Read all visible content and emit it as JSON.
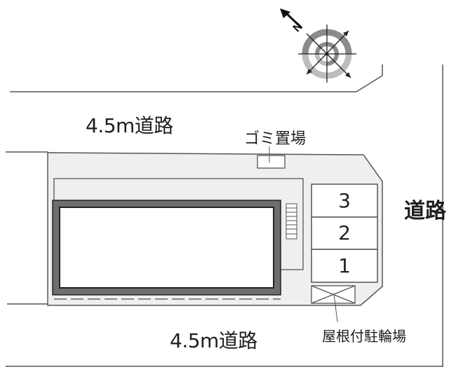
{
  "map": {
    "type": "parking site plan",
    "compass": {
      "icon": "north-arrow-compass-icon",
      "direction": "north-west",
      "letter": "N"
    },
    "roads": {
      "top": "4.5m道路",
      "bottom": "4.5m道路",
      "right": "道路"
    },
    "facilities": {
      "garbage": "ゴミ置場",
      "bike_parking": "屋根付駐輪場"
    },
    "parking_spaces": [
      {
        "number": "3"
      },
      {
        "number": "2"
      },
      {
        "number": "1"
      }
    ],
    "colors": {
      "lot_fill": "#efefef",
      "building_wall": "#6e6e6e",
      "lines": "#555555",
      "compass_ring_outer": "#8a8a8a",
      "compass_ring_inner": "#bdbdbd"
    }
  }
}
